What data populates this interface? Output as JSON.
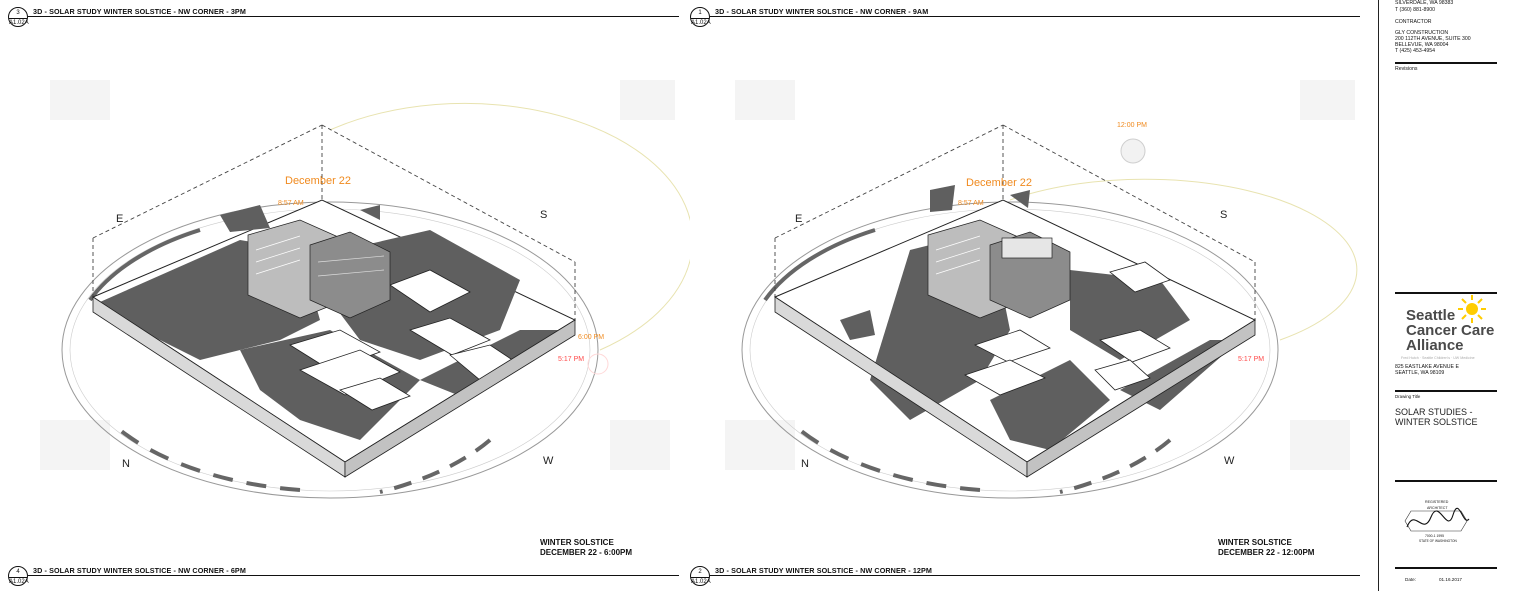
{
  "views": [
    {
      "number": "3",
      "sheet": "A1.02A",
      "title": "3D - SOLAR STUDY WINTER SOLSTICE - NW CORNER - 3PM"
    },
    {
      "number": "1",
      "sheet": "A1.02A",
      "title": "3D - SOLAR STUDY WINTER SOLSTICE - NW CORNER - 9AM"
    },
    {
      "number": "4",
      "sheet": "A1.02A",
      "title": "3D - SOLAR STUDY WINTER SOLSTICE - NW CORNER - 6PM"
    },
    {
      "number": "2",
      "sheet": "A1.02A",
      "title": "3D - SOLAR STUDY WINTER SOLSTICE - NW CORNER - 12PM"
    }
  ],
  "left_diagram": {
    "date_label": "December 22",
    "sunrise": "8:57 AM",
    "sunset_a": "6:00 PM",
    "sunset_b": "5:17 PM",
    "caption_line1": "WINTER SOLSTICE",
    "caption_line2": "DECEMBER 22 - 6:00PM"
  },
  "right_diagram": {
    "date_label": "December 22",
    "sunrise": "8:57 AM",
    "noon": "12:00 PM",
    "sunset": "5:17 PM",
    "caption_line1": "WINTER SOLSTICE",
    "caption_line2": "DECEMBER 22 - 12:00PM"
  },
  "compass": {
    "e": "E",
    "s": "S",
    "n": "N",
    "w": "W"
  },
  "title_block": {
    "owner_city": "SILVERDALE, WA 98383",
    "owner_phone": "T (360) 881-8900",
    "contractor_label": "CONTRACTOR",
    "contractor_name": "GLY CONSTRUCTION",
    "contractor_addr1": "200 112TH AVENUE, SUITE 300",
    "contractor_addr2": "BELLEVUE, WA 98004",
    "contractor_phone": "T (425) 453-4954",
    "revisions_label": "Revisions",
    "brand_line1": "Seattle",
    "brand_line2": "Cancer Care",
    "brand_line3": "Alliance",
    "brand_sub": "Fred Hutch · Seattle Children's · UW Medicine",
    "address1": "825 EASTLAKE AVENUE E",
    "address2": "SEATTLE, WA 98109",
    "drawing_title_label": "Drawing Title",
    "sheet_title_line1": "SOLAR STUDIES -",
    "sheet_title_line2": "WINTER SOLSTICE",
    "stamp_top": "REGISTERED",
    "stamp_mid": "ARCHITECT",
    "stamp_state": "STATE OF WASHINGTON",
    "stamp_no": "7000-1 1995",
    "date_label": "Date:",
    "date_value": "01.16.2017"
  },
  "colors": {
    "shadow": "#5f5f5f",
    "sun_orange": "#f08a1e",
    "sun_red": "#ff4a4a",
    "brand_yellow": "#ffcc00"
  }
}
